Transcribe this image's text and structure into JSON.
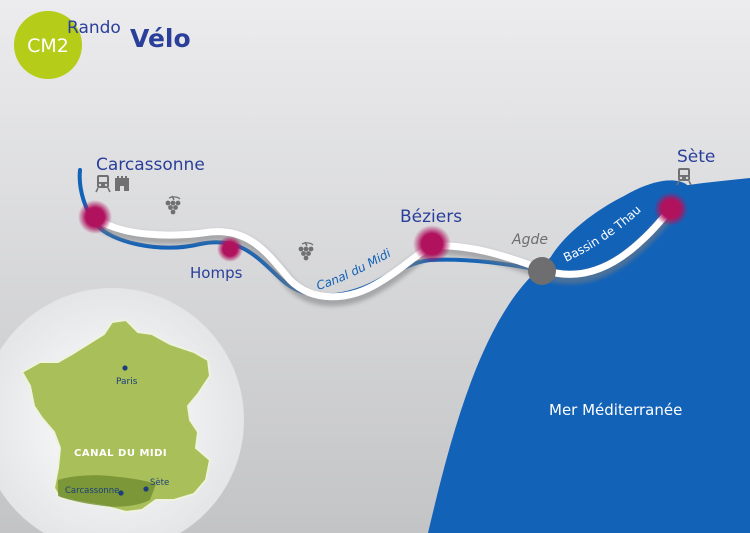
{
  "brand": {
    "badge": "CM2",
    "word1": "Rando",
    "word2": "Vélo",
    "badge_color": "#b5cc18",
    "title_color": "#2a3f9a"
  },
  "places": {
    "carcassonne": "Carcassonne",
    "homps": "Homps",
    "beziers": "Béziers",
    "agde": "Agde",
    "sete": "Sète"
  },
  "water": {
    "canal": "Canal du Midi",
    "bassin": "Bassin de Thau",
    "sea": "Mer Méditerranée"
  },
  "inset": {
    "paris": "Paris",
    "canal": "CANAL DU MIDI",
    "carcassonne": "Carcassonne",
    "sete": "Sète"
  },
  "colors": {
    "sea": "#1262b8",
    "background": "#cfd0d2",
    "stop": "#b0125e",
    "agde_stop": "#6e6e70",
    "france": "#a9bf5a",
    "label_blue": "#2a3f9a"
  },
  "icons": {
    "carcassonne": [
      "train-icon",
      "castle-icon"
    ],
    "sete": [
      "train-icon"
    ],
    "vineyard": [
      "grapes-icon",
      "grapes-icon"
    ]
  }
}
